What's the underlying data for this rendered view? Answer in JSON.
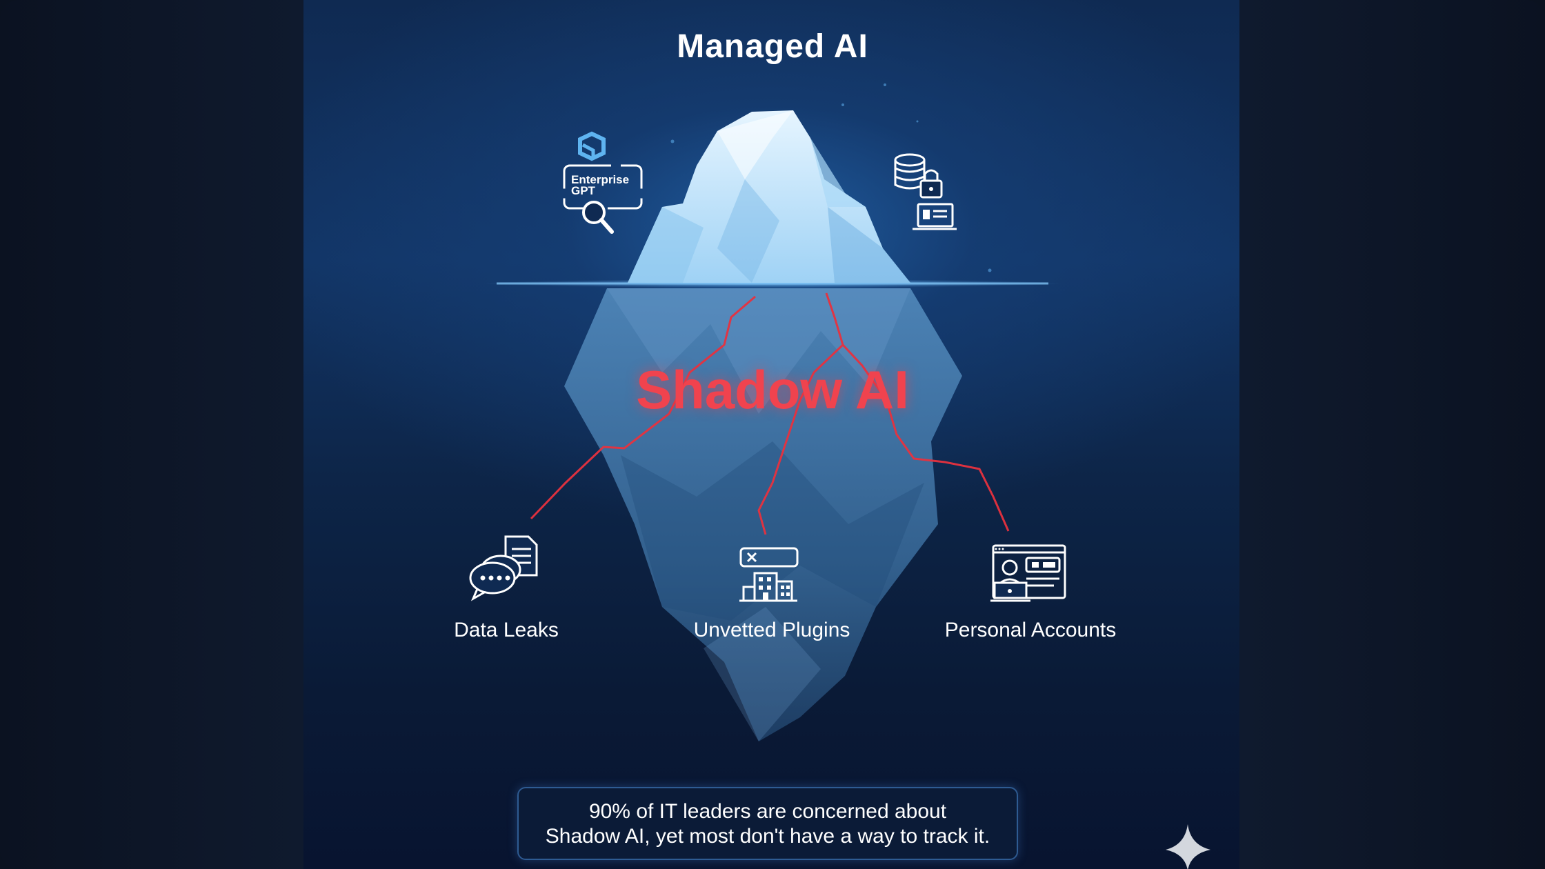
{
  "header": {
    "title": "Managed AI"
  },
  "above_water": {
    "enterprise_gpt": {
      "icon": "enterprise-gpt-search-icon",
      "line1": "Enterprise",
      "line2": "GPT"
    },
    "secure_data": {
      "icon": "database-lock-icon"
    }
  },
  "below_water": {
    "title": "Shadow AI",
    "items": [
      {
        "label": "Data Leaks",
        "icon": "chat-document-icon"
      },
      {
        "label": "Unvetted Plugins",
        "icon": "plugin-building-icon"
      },
      {
        "label": "Personal Accounts",
        "icon": "user-browser-icon"
      }
    ]
  },
  "callout": {
    "line1": "90% of IT leaders are concerned about",
    "line2": "Shadow AI, yet most don't have a way to track it."
  },
  "colors": {
    "accent_red": "#f0434e",
    "ice": "#bfe3fb",
    "background": "#0f2a52"
  }
}
